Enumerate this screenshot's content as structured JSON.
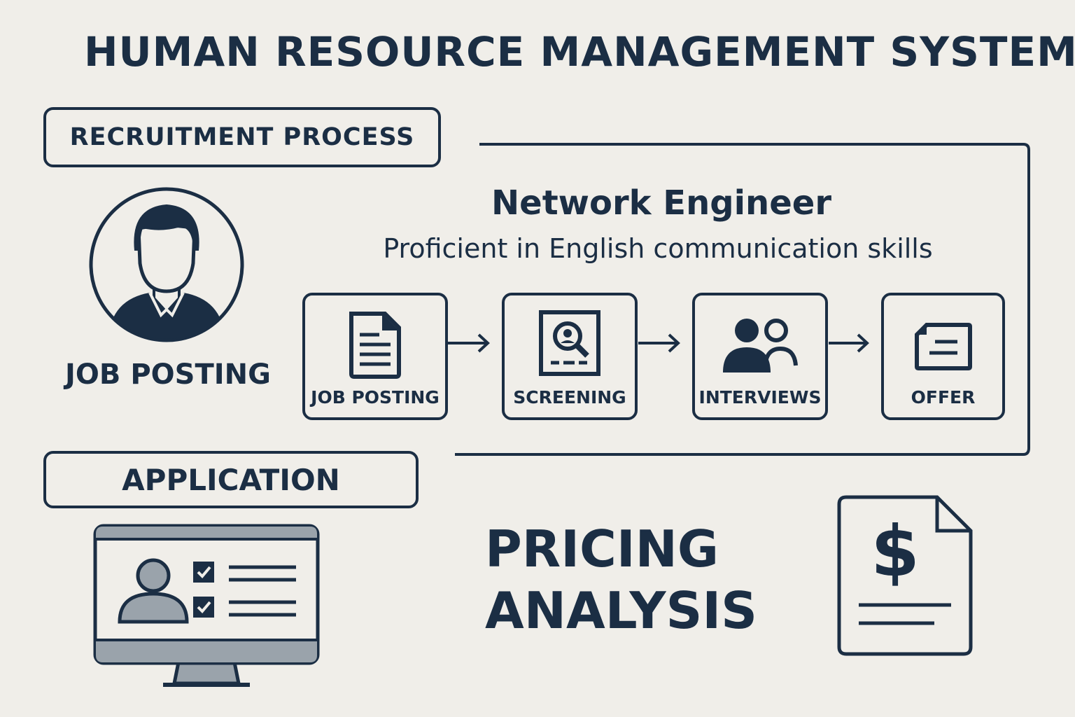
{
  "title": "HUMAN RESOURCE MANAGEMENT SYSTEM",
  "recruitment_label": "RECRUITMENT PROCESS",
  "avatar_caption": "JOB POSTING",
  "job": {
    "title": "Network Engineer",
    "requirement": "Proficient in English communication skills"
  },
  "steps": [
    {
      "label": "JOB POSTING",
      "icon": "document-icon"
    },
    {
      "label": "SCREENING",
      "icon": "magnifier-search-icon"
    },
    {
      "label": "INTERVIEWS",
      "icon": "people-icon"
    },
    {
      "label": "OFFER",
      "icon": "offer-letter-icon"
    }
  ],
  "application_label": "APPLICATION",
  "pricing": {
    "line1": "PRICING",
    "line2": "ANALYSIS"
  },
  "colors": {
    "ink": "#1b2e44",
    "background": "#f0eee9",
    "monitor_fill": "#9aa3ab"
  }
}
